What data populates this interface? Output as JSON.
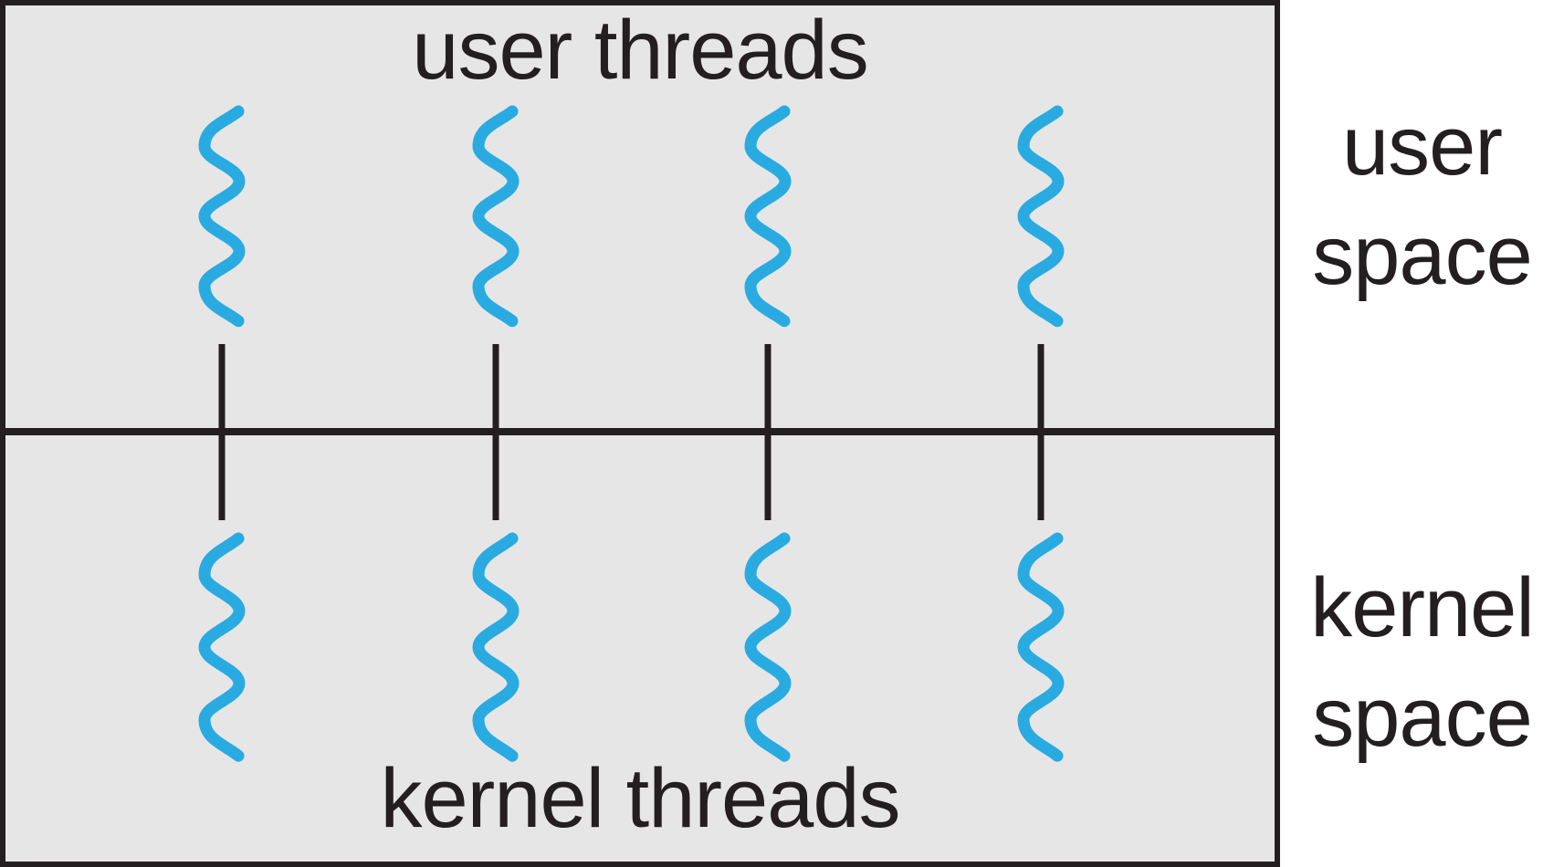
{
  "diagram": {
    "box": {
      "top_label": "user threads",
      "bottom_label": "kernel threads"
    },
    "threads": {
      "user_count": 4,
      "kernel_count": 4,
      "connector_count": 4
    },
    "side_labels": {
      "user": {
        "line1": "user",
        "line2": "space"
      },
      "kernel": {
        "line1": "kernel",
        "line2": "space"
      }
    },
    "colors": {
      "thread": "#29abe2",
      "line": "#231f20",
      "box_background": "#e7e6e6",
      "page_background": "#ffffff"
    }
  }
}
